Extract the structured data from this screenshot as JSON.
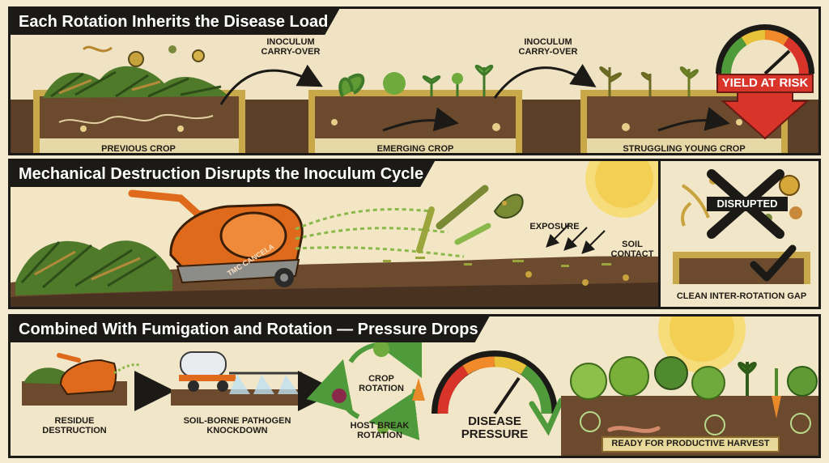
{
  "panel1": {
    "title": "Each Rotation Inherits the Disease Load",
    "carryover_1": "INOCULUM\nCARRY-OVER",
    "carryover_2": "INOCULUM\nCARRY-OVER",
    "stage_previous": "PREVIOUS CROP",
    "stage_emerging": "EMERGING CROP",
    "stage_struggling": "STRUGGLING YOUNG CROP",
    "yield_label": "YIELD AT RISK"
  },
  "panel2": {
    "title": "Mechanical Destruction Disrupts the Inoculum Cycle",
    "machine_brand": "TMC CANCELA",
    "exposure_label": "EXPOSURE",
    "contact_label": "SOIL\nCONTACT",
    "disrupted_label": "DISRUPTED",
    "clean_gap_label": "CLEAN INTER-ROTATION GAP"
  },
  "panel3": {
    "title": "Combined With Fumigation and Rotation — Pressure Drops",
    "step_1": "RESIDUE\nDESTRUCTION",
    "step_2": "SOIL-BORNE PATHOGEN\nKNOCKDOWN",
    "step_3_center": "CROP\nROTATION",
    "step_3": "HOST BREAK\nROTATION",
    "gauge_label": "DISEASE\nPRESSURE",
    "harvest_label": "READY FOR PRODUCTIVE HARVEST"
  },
  "colors": {
    "soil": "#6b4a2e",
    "soil_dark": "#4a3220",
    "trench_frame": "#c9a84a",
    "machine_orange": "#e06a1c",
    "yield_red": "#d8342a",
    "plant_green": "#4f8a2e",
    "banner_black": "#1c1a17"
  },
  "icons": [
    "arrow-curved-icon",
    "tractor-mulcher-icon",
    "sun-icon",
    "gauge-icon",
    "checkmark-icon",
    "cross-icon",
    "tank-sprayer-icon",
    "rotation-cycle-icon"
  ]
}
